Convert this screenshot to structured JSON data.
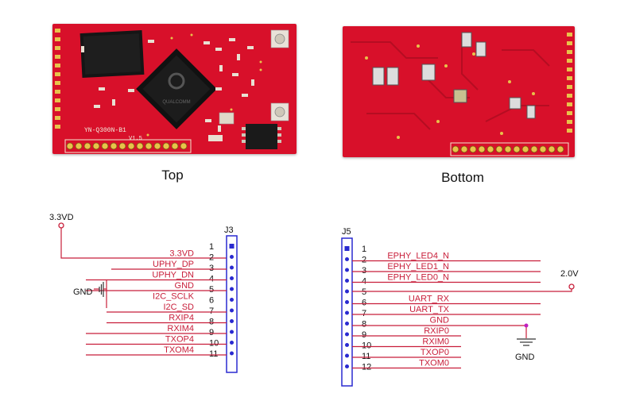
{
  "captions": {
    "top": "Top",
    "bottom": "Bottom"
  },
  "board_top": {
    "chip_main": "QUALCOMM",
    "silk_model": "YN-Q300N-B1",
    "silk_ver": "V1.5"
  },
  "schematic": {
    "j3": {
      "ref": "J3",
      "supply": "3.3VD",
      "pins": [
        {
          "num": "1",
          "name": ""
        },
        {
          "num": "2",
          "name": "3.3VD"
        },
        {
          "num": "3",
          "name": "UPHY_DP"
        },
        {
          "num": "4",
          "name": "UPHY_DN"
        },
        {
          "num": "5",
          "name": "GND"
        },
        {
          "num": "6",
          "name": "I2C_SCLK"
        },
        {
          "num": "7",
          "name": "I2C_SD"
        },
        {
          "num": "8",
          "name": "RXIP4"
        },
        {
          "num": "9",
          "name": "RXIM4"
        },
        {
          "num": "10",
          "name": "TXOP4"
        },
        {
          "num": "11",
          "name": "TXOM4"
        }
      ],
      "gnd_label": "GND"
    },
    "j5": {
      "ref": "J5",
      "supply": "2.0V",
      "gnd_label": "GND",
      "pins": [
        {
          "num": "1",
          "name": ""
        },
        {
          "num": "2",
          "name": "EPHY_LED4_N"
        },
        {
          "num": "3",
          "name": "EPHY_LED1_N"
        },
        {
          "num": "4",
          "name": "EPHY_LED0_N"
        },
        {
          "num": "5",
          "name": ""
        },
        {
          "num": "6",
          "name": "UART_RX"
        },
        {
          "num": "7",
          "name": "UART_TX"
        },
        {
          "num": "8",
          "name": "GND"
        },
        {
          "num": "9",
          "name": "RXIP0"
        },
        {
          "num": "10",
          "name": "RXIM0"
        },
        {
          "num": "11",
          "name": "TXOP0"
        },
        {
          "num": "12",
          "name": "TXOM0"
        }
      ]
    }
  },
  "colors": {
    "pcb": "#d8102a",
    "wire": "#c81e3a",
    "connector": "#2a2ad0",
    "pad": "#e8c24a",
    "gnd_dot": "#c020c0"
  }
}
